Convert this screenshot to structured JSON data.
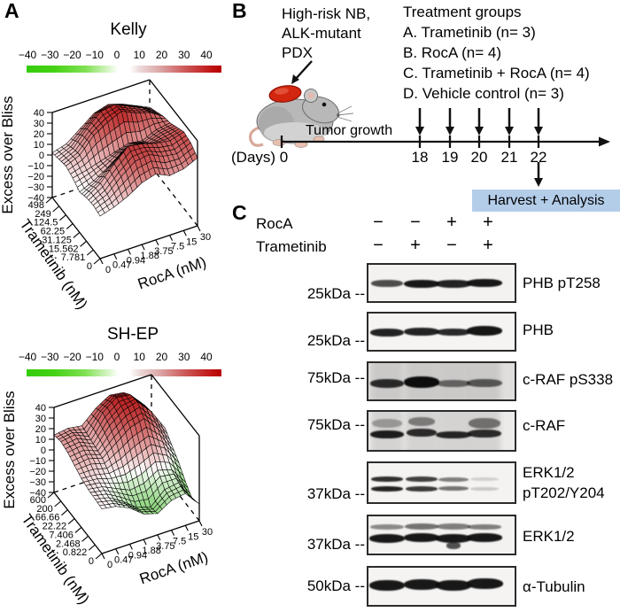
{
  "figure": {
    "panel_a_label": "A",
    "panel_b_label": "B",
    "panel_c_label": "C"
  },
  "chart_data": [
    {
      "type": "surface",
      "title": "Kelly",
      "xlabel": "RocA (nM)",
      "ylabel": "Trametinib (nM)",
      "zlabel": "Excess over Bliss",
      "xticks": [
        "0",
        "0.47",
        "0.94",
        "1.88",
        "3.75",
        "7.5",
        "15",
        "30"
      ],
      "yticks": [
        "0",
        "7.781",
        "15.562",
        "31.125",
        "62.25",
        "124.5",
        "249",
        "498"
      ],
      "zticks": [
        "40",
        "30",
        "20",
        "10",
        "0",
        "−10",
        "−20",
        "−30",
        "−40"
      ],
      "zlim": [
        -40,
        40
      ],
      "colorbar_ticks": [
        "−40",
        "−30",
        "−20",
        "−10",
        "0",
        "10",
        "20",
        "30",
        "40"
      ],
      "z": [
        [
          0,
          4,
          10,
          18,
          22,
          16,
          18,
          24
        ],
        [
          2,
          8,
          20,
          30,
          32,
          26,
          24,
          30
        ],
        [
          1,
          10,
          24,
          36,
          34,
          30,
          28,
          32
        ],
        [
          -2,
          4,
          12,
          22,
          26,
          22,
          26,
          28
        ],
        [
          3,
          6,
          10,
          14,
          18,
          16,
          22,
          24
        ],
        [
          6,
          12,
          26,
          34,
          40,
          34,
          30,
          22
        ],
        [
          4,
          10,
          24,
          36,
          38,
          32,
          26,
          18
        ],
        [
          2,
          6,
          16,
          26,
          30,
          26,
          20,
          14
        ]
      ]
    },
    {
      "type": "surface",
      "title": "SH-EP",
      "xlabel": "RocA (nM)",
      "ylabel": "Trametinib (nM)",
      "zlabel": "Excess over Bliss",
      "xticks": [
        "0",
        "0.47",
        "0.94",
        "1.88",
        "3.75",
        "7.5",
        "15",
        "30"
      ],
      "yticks": [
        "0",
        "0.822",
        "2.468",
        "7.406",
        "22.22",
        "66.66",
        "200",
        "600"
      ],
      "zticks": [
        "40",
        "30",
        "20",
        "10",
        "0",
        "−10",
        "−20",
        "−30",
        "−40"
      ],
      "zlim": [
        -40,
        40
      ],
      "colorbar_ticks": [
        "−40",
        "−30",
        "−20",
        "−10",
        "0",
        "10",
        "20",
        "30",
        "40"
      ],
      "z": [
        [
          2,
          0,
          -6,
          -16,
          -20,
          -12,
          -10,
          -24
        ],
        [
          3,
          0,
          -8,
          -18,
          -22,
          -10,
          -8,
          -28
        ],
        [
          4,
          2,
          -4,
          -10,
          -8,
          0,
          -4,
          -20
        ],
        [
          6,
          5,
          2,
          4,
          10,
          16,
          8,
          -10
        ],
        [
          10,
          12,
          8,
          18,
          28,
          32,
          18,
          -2
        ],
        [
          14,
          16,
          10,
          26,
          36,
          40,
          26,
          6
        ],
        [
          16,
          18,
          12,
          30,
          40,
          38,
          24,
          4
        ],
        [
          14,
          16,
          14,
          26,
          34,
          32,
          20,
          2
        ]
      ]
    }
  ],
  "panelB": {
    "pdx_label": "High-risk NB,\nALK-mutant\nPDX",
    "treatment_groups": {
      "title": "Treatment groups",
      "items": [
        "A. Trametinib (n= 3)",
        "B. RocA (n= 4)",
        "C. Trametinib + RocA (n= 4)",
        "D. Vehicle control (n= 3)"
      ]
    },
    "timeline": {
      "tumor_growth_label": "Tumor growth",
      "days_axis_label": "(Days) 0",
      "days": [
        "18",
        "19",
        "20",
        "21",
        "22"
      ],
      "harvest_label": "Harvest + Analysis"
    }
  },
  "panelC": {
    "drug_rows": [
      {
        "name": "RocA",
        "signs": [
          "−",
          "−",
          "+",
          "+"
        ]
      },
      {
        "name": "Trametinib",
        "signs": [
          "−",
          "+",
          "−",
          "+"
        ]
      }
    ],
    "blots": [
      {
        "kda": "25kDa --",
        "label": "PHB pT258",
        "smear": false,
        "bg": "#f4f2f0",
        "bands": [
          {
            "l": 0,
            "y": 0.47,
            "w": 36,
            "h": 8,
            "o": 0.72
          },
          {
            "l": 1,
            "y": 0.47,
            "w": 40,
            "h": 9,
            "o": 0.95
          },
          {
            "l": 2,
            "y": 0.47,
            "w": 40,
            "h": 9,
            "o": 0.9
          },
          {
            "l": 3,
            "y": 0.46,
            "w": 40,
            "h": 9,
            "o": 0.95
          }
        ]
      },
      {
        "kda": "25kDa --",
        "label": "PHB",
        "smear": false,
        "bg": "#f6f4f2",
        "bands": [
          {
            "l": 0,
            "y": 0.47,
            "w": 38,
            "h": 9,
            "o": 0.9
          },
          {
            "l": 1,
            "y": 0.46,
            "w": 40,
            "h": 9,
            "o": 0.9
          },
          {
            "l": 2,
            "y": 0.47,
            "w": 38,
            "h": 8,
            "o": 0.87
          },
          {
            "l": 3,
            "y": 0.43,
            "w": 40,
            "h": 11,
            "o": 0.96
          }
        ]
      },
      {
        "kda": "75kDa --",
        "label": "c-RAF pS338",
        "smear": true,
        "bg": "#e0dedc",
        "bands": [
          {
            "l": 0,
            "y": 0.5,
            "w": 38,
            "h": 10,
            "o": 0.85
          },
          {
            "l": 1,
            "y": 0.47,
            "w": 40,
            "h": 13,
            "o": 1.0
          },
          {
            "l": 2,
            "y": 0.5,
            "w": 38,
            "h": 8,
            "o": 0.55
          },
          {
            "l": 3,
            "y": 0.5,
            "w": 40,
            "h": 9,
            "o": 0.62
          }
        ]
      },
      {
        "kda": "75kDa --",
        "label": "c-RAF",
        "smear": true,
        "bg": "#edebe9",
        "bands": [
          {
            "l": 0,
            "y": 0.55,
            "w": 38,
            "h": 9,
            "o": 0.92
          },
          {
            "l": 0,
            "y": 0.28,
            "w": 34,
            "h": 10,
            "o": 0.3
          },
          {
            "l": 1,
            "y": 0.5,
            "w": 34,
            "h": 9,
            "o": 0.85
          },
          {
            "l": 1,
            "y": 0.24,
            "w": 30,
            "h": 10,
            "o": 0.45
          },
          {
            "l": 2,
            "y": 0.55,
            "w": 40,
            "h": 8,
            "o": 0.88
          },
          {
            "l": 3,
            "y": 0.52,
            "w": 38,
            "h": 9,
            "o": 0.85
          },
          {
            "l": 3,
            "y": 0.27,
            "w": 36,
            "h": 12,
            "o": 0.5
          }
        ]
      },
      {
        "kda": "37kDa --",
        "label": "ERK1/2\npT202/Y204",
        "smear": false,
        "bg": "#f5f3f1",
        "bands": [
          {
            "l": 0,
            "y": 0.38,
            "w": 36,
            "h": 6,
            "o": 0.85
          },
          {
            "l": 0,
            "y": 0.6,
            "w": 36,
            "h": 6,
            "o": 0.9
          },
          {
            "l": 1,
            "y": 0.38,
            "w": 36,
            "h": 6,
            "o": 0.78
          },
          {
            "l": 1,
            "y": 0.6,
            "w": 36,
            "h": 6,
            "o": 0.8
          },
          {
            "l": 2,
            "y": 0.38,
            "w": 34,
            "h": 5,
            "o": 0.5
          },
          {
            "l": 2,
            "y": 0.6,
            "w": 34,
            "h": 5,
            "o": 0.55
          },
          {
            "l": 3,
            "y": 0.38,
            "w": 32,
            "h": 4,
            "o": 0.15
          },
          {
            "l": 3,
            "y": 0.6,
            "w": 32,
            "h": 4,
            "o": 0.18
          }
        ]
      },
      {
        "kda": "37kDa --",
        "label": "ERK1/2",
        "smear": false,
        "bg": "#f4f2f0",
        "bands": [
          {
            "l": 0,
            "y": 0.26,
            "w": 38,
            "h": 6,
            "o": 0.45
          },
          {
            "l": 1,
            "y": 0.26,
            "w": 38,
            "h": 7,
            "o": 0.55
          },
          {
            "l": 2,
            "y": 0.26,
            "w": 38,
            "h": 7,
            "o": 0.5
          },
          {
            "l": 3,
            "y": 0.26,
            "w": 38,
            "h": 6,
            "o": 0.5
          },
          {
            "l": 0,
            "y": 0.54,
            "w": 40,
            "h": 10,
            "o": 0.95
          },
          {
            "l": 1,
            "y": 0.52,
            "w": 40,
            "h": 10,
            "o": 0.95
          },
          {
            "l": 2,
            "y": 0.54,
            "w": 40,
            "h": 10,
            "o": 0.95
          },
          {
            "l": 3,
            "y": 0.52,
            "w": 40,
            "h": 10,
            "o": 0.95
          },
          {
            "l": 2,
            "y": 0.72,
            "w": 16,
            "h": 8,
            "o": 0.7
          }
        ]
      },
      {
        "kda": "50kDa --",
        "label": "α-Tubulin",
        "smear": false,
        "bg": "#f6f4f2",
        "bands": [
          {
            "l": 0,
            "y": 0.44,
            "w": 40,
            "h": 12,
            "o": 0.95
          },
          {
            "l": 1,
            "y": 0.41,
            "w": 41,
            "h": 12,
            "o": 0.95
          },
          {
            "l": 2,
            "y": 0.44,
            "w": 40,
            "h": 12,
            "o": 0.95
          },
          {
            "l": 3,
            "y": 0.4,
            "w": 41,
            "h": 12,
            "o": 0.95
          }
        ]
      }
    ]
  },
  "colors": {
    "harvest_bg": "#b3cde9",
    "tumor": "#d3260f",
    "cmap_pos_max": "#b91e1e",
    "cmap_neg_max": "#46b92d",
    "colorbar_css": "linear-gradient(90deg,#35cc0a 0%,#45d214 14%,#7fe052 30%,#d8f5c8 42%,#ffffff 47%,#ffffff 53%,#ecd9d9 58%,#dda8a8 68%,#cc5555 82%,#c01414 95%,#b80000 100%)"
  }
}
